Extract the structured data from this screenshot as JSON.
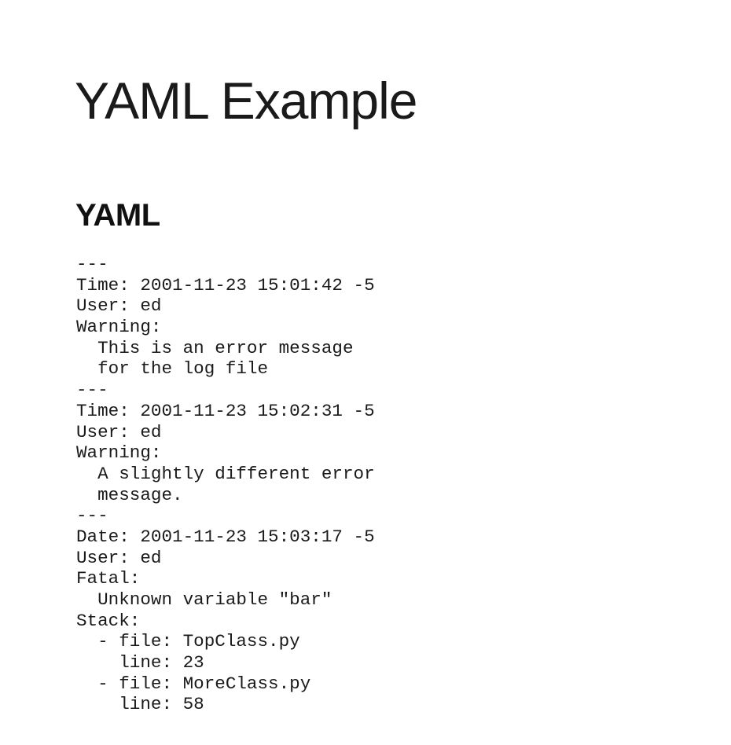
{
  "slide": {
    "title": "YAML Example",
    "subtitle": "YAML",
    "code_lines": [
      "---",
      "Time: 2001-11-23 15:01:42 -5",
      "User: ed",
      "Warning:",
      "  This is an error message",
      "  for the log file",
      "---",
      "Time: 2001-11-23 15:02:31 -5",
      "User: ed",
      "Warning:",
      "  A slightly different error",
      "  message.",
      "---",
      "Date: 2001-11-23 15:03:17 -5",
      "User: ed",
      "Fatal:",
      "  Unknown variable \"bar\"",
      "Stack:",
      "  - file: TopClass.py",
      "    line: 23",
      "  - file: MoreClass.py",
      "    line: 58"
    ]
  }
}
